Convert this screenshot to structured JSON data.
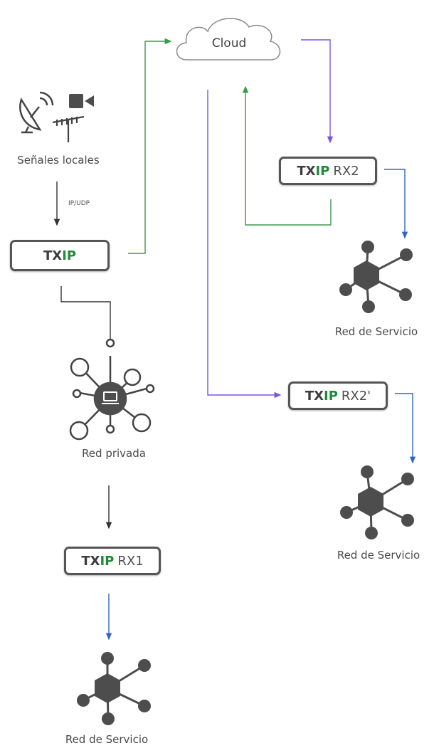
{
  "cloud": {
    "label": "Cloud"
  },
  "sources": {
    "label": "Señales locales",
    "link_label": "IP/UDP"
  },
  "txip": {
    "tx": "TX",
    "ip": "IP"
  },
  "receivers": {
    "rx1": "RX1",
    "rx2": "RX2",
    "rx2b": "RX2'"
  },
  "networks": {
    "private": "Red privada",
    "service_1": "Red de Servicio",
    "service_2": "Red de Servicio",
    "service_3": "Red de Servicio"
  },
  "colors": {
    "green_line": "#3a9a4a",
    "purple_line": "#7a55e0",
    "blue_line": "#3467b8",
    "dark_line": "#4a4a4a",
    "ip_text": "#1f8a3a",
    "box_border": "#555555",
    "icon_fill": "#4d4d4d"
  },
  "icons": [
    "satellite-dish-icon",
    "video-camera-icon",
    "tv-antenna-icon",
    "cloud-icon",
    "private-network-icon",
    "service-network-icon"
  ]
}
